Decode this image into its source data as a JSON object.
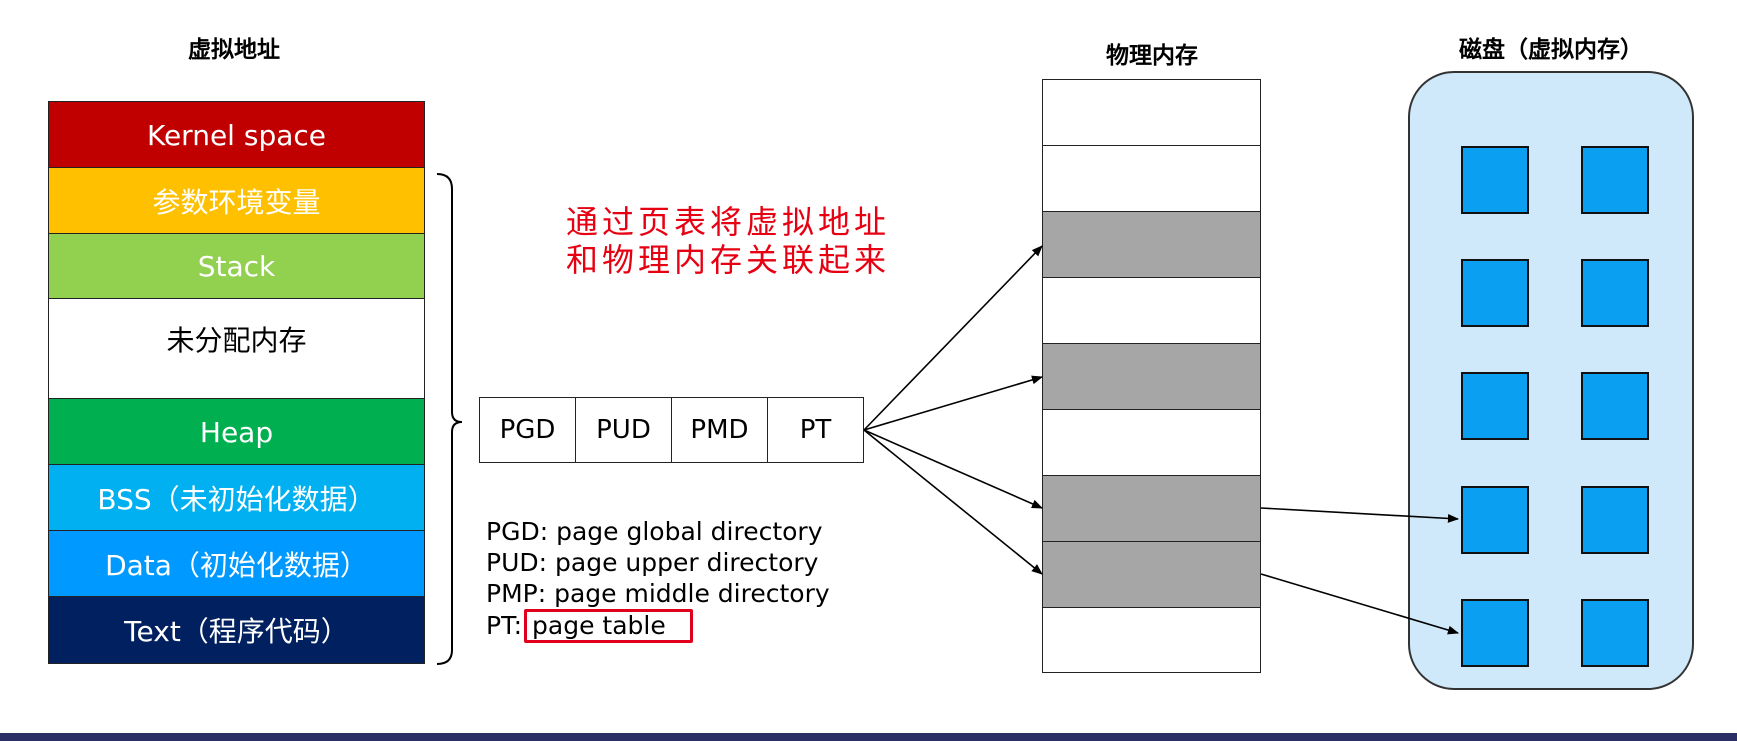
{
  "virtual": {
    "title": "虚拟地址",
    "segments": [
      {
        "label": "Kernel space",
        "color": "#c00000",
        "text_color": "#ffffff"
      },
      {
        "label": "参数环境变量",
        "color": "#ffc000",
        "text_color": "#ffffff"
      },
      {
        "label": "Stack",
        "color": "#92d050",
        "text_color": "#ffffff"
      },
      {
        "label": "未分配内存",
        "color": "#ffffff",
        "text_color": "#000000"
      },
      {
        "label": "Heap",
        "color": "#00b050",
        "text_color": "#ffffff"
      },
      {
        "label": "BSS（未初始化数据）",
        "color": "#00b0f0",
        "text_color": "#ffffff"
      },
      {
        "label": "Data（初始化数据）",
        "color": "#0099ff",
        "text_color": "#ffffff"
      },
      {
        "label": "Text（程序代码）",
        "color": "#002060",
        "text_color": "#ffffff"
      }
    ]
  },
  "page_table": {
    "levels": [
      "PGD",
      "PUD",
      "PMD",
      "PT"
    ],
    "legend": [
      {
        "abbr": "PGD:",
        "text": "page global directory"
      },
      {
        "abbr": "PUD:",
        "text": "page upper directory"
      },
      {
        "abbr": "PMP:",
        "text": "page middle directory"
      },
      {
        "abbr": "PT:",
        "text": "page table",
        "highlighted": true
      }
    ],
    "highlight_color": "#e0001b"
  },
  "note": {
    "lines": [
      "通过页表将虚拟地址",
      "和物理内存关联起来"
    ],
    "color": "#e60012"
  },
  "physical": {
    "title": "物理内存",
    "blocks": [
      "empty",
      "empty",
      "used",
      "empty",
      "used",
      "empty",
      "used",
      "used",
      "empty"
    ],
    "used_color": "#a6a6a6"
  },
  "disk": {
    "title": "磁盘（虚拟内存）",
    "background": "#cfe9fb",
    "page_color": "#0a9ff0",
    "rows": 5,
    "cols": 2
  }
}
